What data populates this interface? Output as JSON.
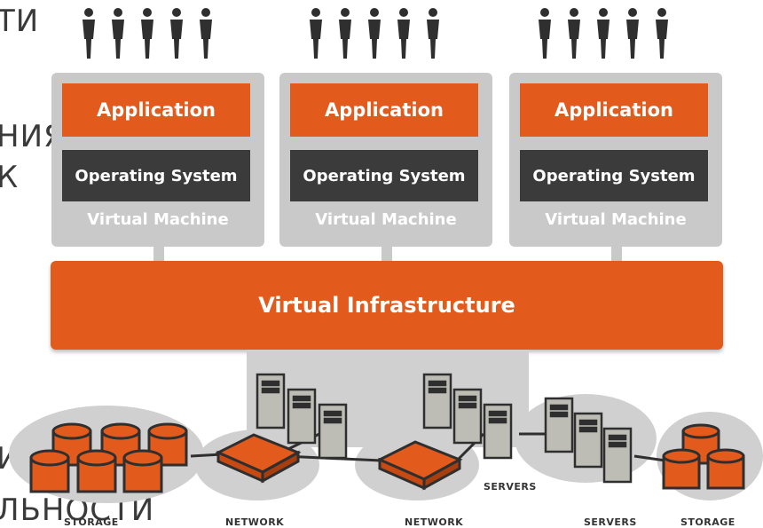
{
  "slide_fragments": [
    "ТИ",
    "НИЯ",
    "К",
    "ИЯ",
    "ЛЬНОСТИ"
  ],
  "vms": [
    {
      "application": "Application",
      "os": "Operating System",
      "label": "Virtual Machine"
    },
    {
      "application": "Application",
      "os": "Operating System",
      "label": "Virtual Machine"
    },
    {
      "application": "Application",
      "os": "Operating System",
      "label": "Virtual Machine"
    }
  ],
  "infrastructure": "Virtual Infrastructure",
  "hardware_labels": {
    "storage_left": "STORAGE",
    "network_left": "NETWORK",
    "network_mid": "NETWORK",
    "servers_mid": "SERVERS",
    "servers_right": "SERVERS",
    "storage_right": "STORAGE"
  },
  "colors": {
    "accent": "#e25a1c",
    "dark": "#3b3b3b",
    "frame": "#c9c9c9"
  },
  "icons": [
    "person-icon",
    "server-icon",
    "network-switch-icon",
    "storage-disk-icon"
  ]
}
